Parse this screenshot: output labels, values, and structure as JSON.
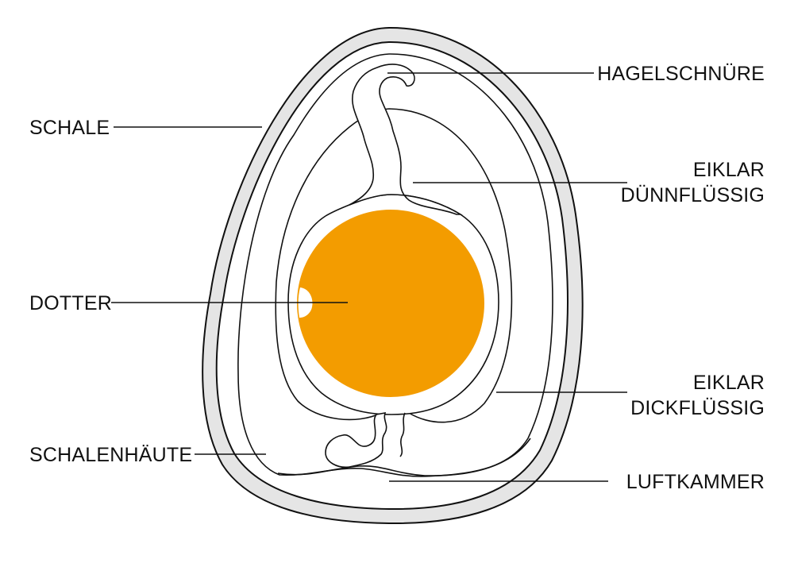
{
  "labels": {
    "schale": "SCHALE",
    "dotter": "DOTTER",
    "schalenhaeute": "SCHALENHÄUTE",
    "hagelschnuere": "HAGELSCHNÜRE",
    "eiklar_duennfluessig": [
      "EIKLAR",
      "DÜNNFLÜSSIG"
    ],
    "eiklar_dickfluessig": [
      "EIKLAR",
      "DICKFLÜSSIG"
    ],
    "luftkammer": "LUFTKAMMER"
  },
  "colors": {
    "yolk": "#F39C00",
    "shell": "#E5E5E5",
    "outline": "#111111",
    "background": "#FFFFFF"
  }
}
